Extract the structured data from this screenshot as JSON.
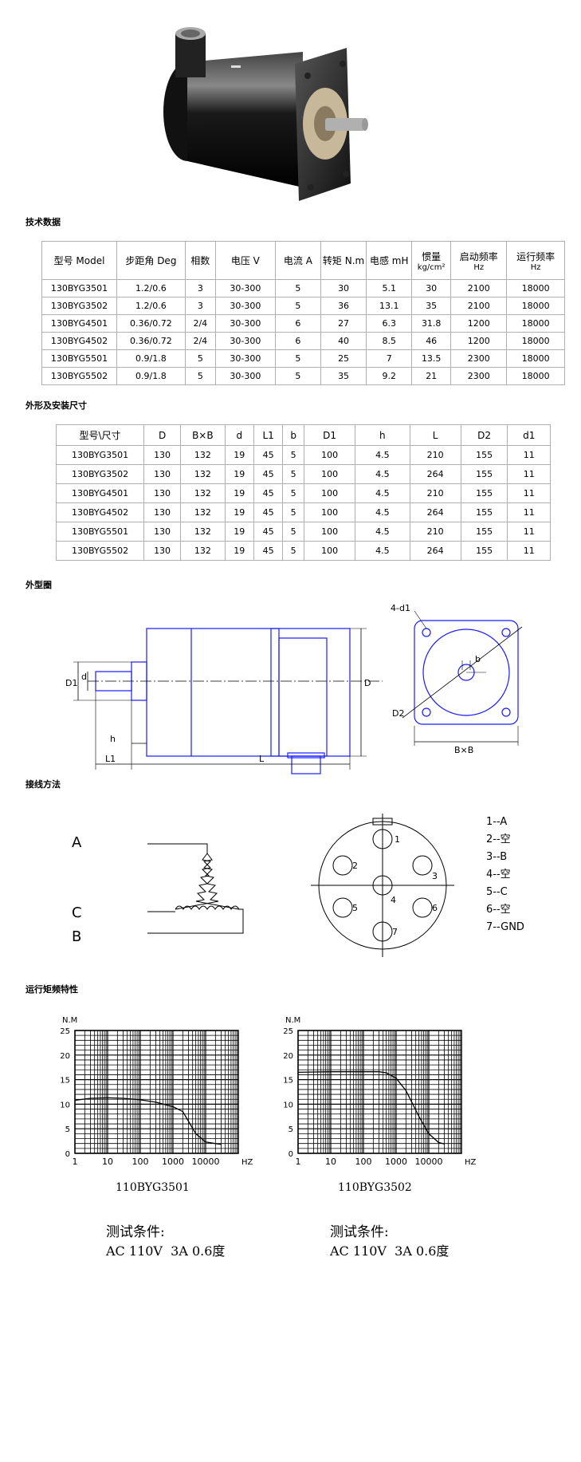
{
  "sections": {
    "tech_data": "技术数据",
    "dimensions": "外形及安装尺寸",
    "outline": "外型圈",
    "wiring": "接线方法",
    "torque": "运行矩频特性"
  },
  "tech_table": {
    "headers": [
      "型号 Model",
      "步距角 Deg",
      "相数",
      "电压 V",
      "电流 A",
      "转矩 N.m",
      "电感 mH",
      "惯量",
      "kg/cm²",
      "启动频率",
      "Hz",
      "运行频率",
      "Hz"
    ],
    "rows": [
      [
        "130BYG3501",
        "1.2/0.6",
        "3",
        "30-300",
        "5",
        "30",
        "5.1",
        "30",
        "2100",
        "18000"
      ],
      [
        "130BYG3502",
        "1.2/0.6",
        "3",
        "30-300",
        "5",
        "36",
        "13.1",
        "35",
        "2100",
        "18000"
      ],
      [
        "130BYG4501",
        "0.36/0.72",
        "2/4",
        "30-300",
        "6",
        "27",
        "6.3",
        "31.8",
        "1200",
        "18000"
      ],
      [
        "130BYG4502",
        "0.36/0.72",
        "2/4",
        "30-300",
        "6",
        "40",
        "8.5",
        "46",
        "1200",
        "18000"
      ],
      [
        "130BYG5501",
        "0.9/1.8",
        "5",
        "30-300",
        "5",
        "25",
        "7",
        "13.5",
        "2300",
        "18000"
      ],
      [
        "130BYG5502",
        "0.9/1.8",
        "5",
        "30-300",
        "5",
        "35",
        "9.2",
        "21",
        "2300",
        "18000"
      ]
    ]
  },
  "dim_table": {
    "headers": [
      "型号\\尺寸",
      "D",
      "B×B",
      "d",
      "L1",
      "b",
      "D1",
      "h",
      "L",
      "D2",
      "d1"
    ],
    "rows": [
      [
        "130BYG3501",
        "130",
        "132",
        "19",
        "45",
        "5",
        "100",
        "4.5",
        "210",
        "155",
        "11"
      ],
      [
        "130BYG3502",
        "130",
        "132",
        "19",
        "45",
        "5",
        "100",
        "4.5",
        "264",
        "155",
        "11"
      ],
      [
        "130BYG4501",
        "130",
        "132",
        "19",
        "45",
        "5",
        "100",
        "4.5",
        "210",
        "155",
        "11"
      ],
      [
        "130BYG4502",
        "130",
        "132",
        "19",
        "45",
        "5",
        "100",
        "4.5",
        "264",
        "155",
        "11"
      ],
      [
        "130BYG5501",
        "130",
        "132",
        "19",
        "45",
        "5",
        "100",
        "4.5",
        "210",
        "155",
        "11"
      ],
      [
        "130BYG5502",
        "130",
        "132",
        "19",
        "45",
        "5",
        "100",
        "4.5",
        "264",
        "155",
        "11"
      ]
    ]
  },
  "drawing": {
    "labels": [
      "D1",
      "d",
      "D",
      "h",
      "L1",
      "L",
      "4-d1",
      "b",
      "D2",
      "B×B"
    ]
  },
  "wiring": {
    "phases": [
      "A",
      "C",
      "B"
    ],
    "pins": [
      "1",
      "2",
      "3",
      "4",
      "5",
      "6",
      "7"
    ],
    "legend": [
      "1--A",
      "2--空",
      "3--B",
      "4--空",
      "5--C",
      "6--空",
      "7--GND"
    ]
  },
  "charts_text": {
    "yunit": "N.M",
    "xunit": "HZ",
    "test_label": "测试条件:",
    "test_value": "AC 110V  3A 0.6度"
  },
  "chart_data": [
    {
      "type": "line",
      "title": "110BYG3501",
      "ylabel": "N.M",
      "xlabel": "HZ",
      "xscale": "log",
      "xlim": [
        1,
        100000
      ],
      "ylim": [
        0,
        25
      ],
      "xticks": [
        "1",
        "10",
        "100",
        "1000",
        "10000"
      ],
      "yticks": [
        "0",
        "5",
        "10",
        "15",
        "20",
        "25"
      ],
      "grid": true,
      "series": [
        {
          "x": [
            1,
            3,
            10,
            30,
            100,
            300,
            1000,
            2000,
            3000,
            5000,
            10000,
            30000
          ],
          "y": [
            10.8,
            11.2,
            11.3,
            11.2,
            10.9,
            10.4,
            9.5,
            8.5,
            6.5,
            4.0,
            2.3,
            1.8
          ]
        }
      ]
    },
    {
      "type": "line",
      "title": "110BYG3502",
      "ylabel": "N.M",
      "xlabel": "HZ",
      "xscale": "log",
      "xlim": [
        1,
        100000
      ],
      "ylim": [
        0,
        25
      ],
      "xticks": [
        "1",
        "10",
        "100",
        "1000",
        "10000"
      ],
      "yticks": [
        "0",
        "5",
        "10",
        "15",
        "20",
        "25"
      ],
      "grid": true,
      "series": [
        {
          "x": [
            1,
            10,
            100,
            300,
            500,
            1000,
            2000,
            5000,
            10000,
            20000,
            30000
          ],
          "y": [
            16.5,
            16.6,
            16.6,
            16.6,
            16.4,
            15.3,
            12.8,
            7.5,
            4.0,
            2.2,
            1.9
          ]
        }
      ]
    }
  ]
}
